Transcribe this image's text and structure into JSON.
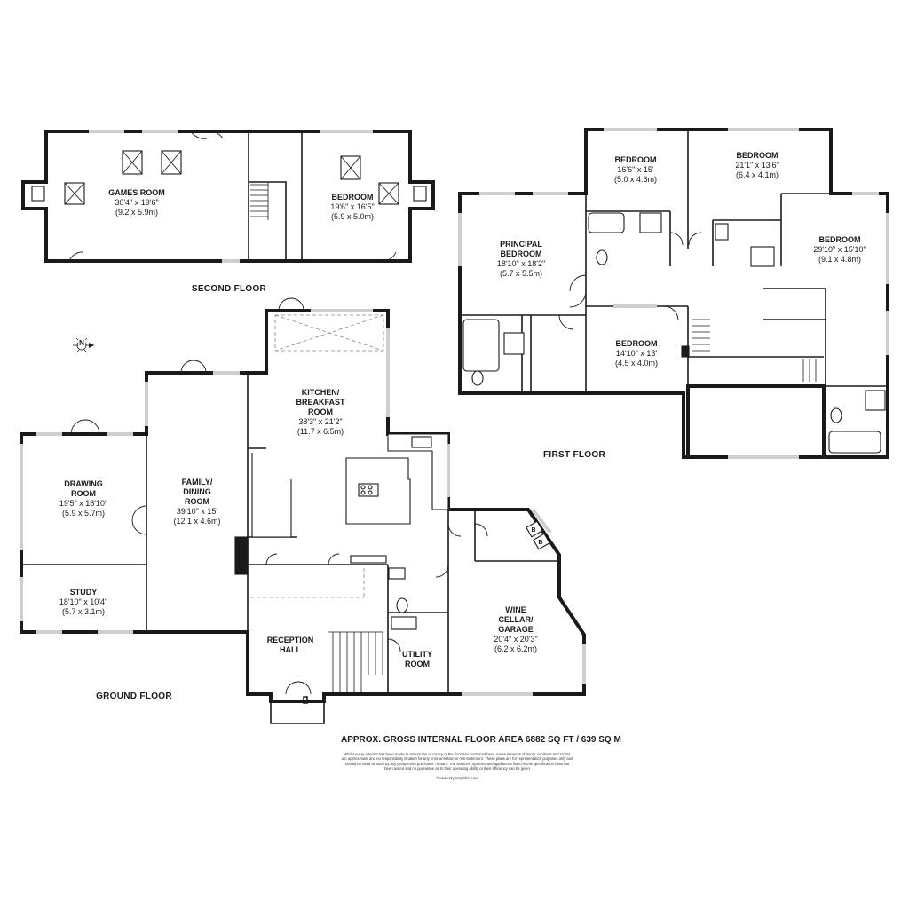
{
  "floors": {
    "second": "SECOND FLOOR",
    "first": "FIRST FLOOR",
    "ground": "GROUND FLOOR"
  },
  "rooms": {
    "games_room": {
      "name": "GAMES ROOM",
      "imperial": "30'4\" x 19'6\"",
      "metric": "(9.2 x 5.9m)"
    },
    "bedroom_second": {
      "name": "BEDROOM",
      "imperial": "19'6\" x 16'5\"",
      "metric": "(5.9 x 5.0m)"
    },
    "principal_bedroom": {
      "name1": "PRINCIPAL",
      "name2": "BEDROOM",
      "imperial": "18'10\" x 18'2\"",
      "metric": "(5.7 x 5.5m)"
    },
    "bedroom_a": {
      "name": "BEDROOM",
      "imperial": "16'6\" x 15'",
      "metric": "(5.0 x 4.6m)"
    },
    "bedroom_b": {
      "name": "BEDROOM",
      "imperial": "21'1\" x 13'6\"",
      "metric": "(6.4 x 4.1m)"
    },
    "bedroom_c": {
      "name": "BEDROOM",
      "imperial": "29'10\" x 15'10\"",
      "metric": "(9.1 x 4.8m)"
    },
    "bedroom_d": {
      "name": "BEDROOM",
      "imperial": "14'10\" x 13'",
      "metric": "(4.5 x 4.0m)"
    },
    "kitchen": {
      "name1": "KITCHEN/",
      "name2": "BREAKFAST",
      "name3": "ROOM",
      "imperial": "38'3\" x 21'2\"",
      "metric": "(11.7 x 6.5m)"
    },
    "drawing_room": {
      "name1": "DRAWING",
      "name2": "ROOM",
      "imperial": "19'5\" x 18'10\"",
      "metric": "(5.9 x 5.7m)"
    },
    "family_dining": {
      "name1": "FAMILY/",
      "name2": "DINING",
      "name3": "ROOM",
      "imperial": "39'10\" x 15'",
      "metric": "(12.1 x 4.6m)"
    },
    "study": {
      "name": "STUDY",
      "imperial": "18'10\" x 10'4\"",
      "metric": "(5.7 x 3.1m)"
    },
    "reception_hall": {
      "name1": "RECEPTION",
      "name2": "HALL"
    },
    "utility_room": {
      "name1": "UTILITY",
      "name2": "ROOM"
    },
    "wine_cellar": {
      "name1": "WINE",
      "name2": "CELLAR/",
      "name3": "GARAGE",
      "imperial": "20'4\" x 20'3\"",
      "metric": "(6.2 x 6.2m)"
    }
  },
  "boiler_marks": [
    "B",
    "B"
  ],
  "compass_letter": "N",
  "area_text": "APPROX. GROSS INTERNAL FLOOR AREA 6882 SQ FT / 639 SQ M",
  "disclaimer": "Whilst every attempt has been made to ensure the accuracy of the floorplan contained here, measurements of doors, windows and rooms are approximate and no responsibility is taken for any error omission or mis-statement. These plans are for representation purposes only and should be used as such by any prospective purchaser / tenant. The services, systems and appliances listed in this specification have not been tested and no guarantee as to their operating ability or their efficiency can be given",
  "credit": "© www.skyhintglobal.com"
}
